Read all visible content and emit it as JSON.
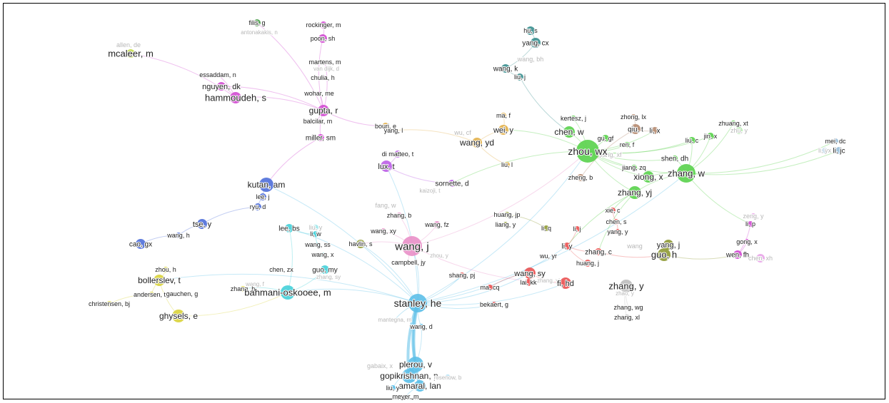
{
  "clusters": {
    "blue": "#4f6fd9",
    "purple": "#bb5ee6",
    "magenta": "#d14bd1",
    "green": "#59d14b",
    "darkgreen": "#4c9f4c",
    "olive": "#8f9a35",
    "orange": "#e2b04a",
    "teal": "#3a8f8f",
    "brown": "#b5896f",
    "red": "#ea5252",
    "lightblue": "#5cbfe8",
    "cyan": "#45d0d9",
    "yellow": "#d9d33a",
    "lime": "#c3dc4a",
    "gray": "#bdbdbd",
    "pink": "#e98fc8",
    "steel": "#9bbfd9"
  },
  "nodes": [
    {
      "id": "filis",
      "label": "filis, g",
      "c": "darkgreen"
    },
    {
      "id": "antonakakis",
      "label": "antonakakis, n",
      "c": "darkgreen",
      "faint": true
    },
    {
      "id": "rockinger",
      "label": "rockinger, m",
      "c": "magenta"
    },
    {
      "id": "poon",
      "label": "poon, sh",
      "c": "magenta"
    },
    {
      "id": "allen",
      "label": "allen, de",
      "c": "lime",
      "faint": true
    },
    {
      "id": "mcaleer",
      "label": "mcaleer, m",
      "c": "lime"
    },
    {
      "id": "martens",
      "label": "martens, m",
      "c": "magenta"
    },
    {
      "id": "vandijk",
      "label": "van dijk, d",
      "c": "magenta",
      "faint": true
    },
    {
      "id": "chulia",
      "label": "chulia, h",
      "c": "magenta"
    },
    {
      "id": "essaddam",
      "label": "essaddam, n",
      "c": "magenta"
    },
    {
      "id": "nguyen",
      "label": "nguyen, dk",
      "c": "magenta"
    },
    {
      "id": "hammoudeh",
      "label": "hammoudeh, s",
      "c": "magenta"
    },
    {
      "id": "wohar",
      "label": "wohar, me",
      "c": "magenta"
    },
    {
      "id": "gupta",
      "label": "gupta, r",
      "c": "magenta"
    },
    {
      "id": "balcilar",
      "label": "balcilar, m",
      "c": "magenta"
    },
    {
      "id": "miller",
      "label": "miller, sm",
      "c": "magenta"
    },
    {
      "id": "hus",
      "label": "hu, s",
      "c": "teal"
    },
    {
      "id": "yangcx",
      "label": "yang, cx",
      "c": "teal"
    },
    {
      "id": "wangbh",
      "label": "wang, bh",
      "c": "teal",
      "faint": true
    },
    {
      "id": "wangk",
      "label": "wang, k",
      "c": "teal"
    },
    {
      "id": "liuj",
      "label": "liu, j",
      "c": "teal"
    },
    {
      "id": "bouri",
      "label": "bouri, e",
      "c": "orange"
    },
    {
      "id": "yangl",
      "label": "yang, l",
      "c": "orange"
    },
    {
      "id": "maf",
      "label": "ma, f",
      "c": "orange"
    },
    {
      "id": "wucf",
      "label": "wu, cf",
      "c": "orange",
      "faint": true
    },
    {
      "id": "weiy",
      "label": "wei, y",
      "c": "orange"
    },
    {
      "id": "wangyd",
      "label": "wang, yd",
      "c": "orange"
    },
    {
      "id": "liul",
      "label": "liu, l",
      "c": "orange"
    },
    {
      "id": "kertesz",
      "label": "kertesz, j",
      "c": "green"
    },
    {
      "id": "chenw",
      "label": "chen, w",
      "c": "green"
    },
    {
      "id": "zhongl",
      "label": "zhong, lx",
      "c": "brown"
    },
    {
      "id": "qiut",
      "label": "qiu, t",
      "c": "brown"
    },
    {
      "id": "lix",
      "label": "li, x",
      "c": "brown"
    },
    {
      "id": "zhuangxt",
      "label": "zhuang, xt",
      "c": "green"
    },
    {
      "id": "zhuyy",
      "label": "zhu, y",
      "c": "green",
      "faint": true
    },
    {
      "id": "jinx",
      "label": "jin, x",
      "c": "green"
    },
    {
      "id": "liuc",
      "label": "liu, c",
      "c": "green"
    },
    {
      "id": "guqf",
      "label": "gu, gf",
      "c": "green"
    },
    {
      "id": "renf",
      "label": "ren, f",
      "c": "green"
    },
    {
      "id": "jiangxf",
      "label": "jiang, xf",
      "c": "green",
      "faint": true
    },
    {
      "id": "zhouwx",
      "label": "zhou, wx",
      "c": "green"
    },
    {
      "id": "meidc",
      "label": "mei, dc",
      "c": "steel"
    },
    {
      "id": "liyx",
      "label": "li, yx",
      "c": "steel",
      "faint": true
    },
    {
      "id": "lijc",
      "label": "li, jc",
      "c": "steel"
    },
    {
      "id": "shendh",
      "label": "shen, dh",
      "c": "green"
    },
    {
      "id": "jiangzq",
      "label": "jiang, zq",
      "c": "green"
    },
    {
      "id": "zhengb",
      "label": "zheng, b",
      "c": "brown"
    },
    {
      "id": "xiongx",
      "label": "xiong, x",
      "c": "green"
    },
    {
      "id": "zhangw",
      "label": "zhang, w",
      "c": "green"
    },
    {
      "id": "zhangyj",
      "label": "zhang, yj",
      "c": "green"
    },
    {
      "id": "dimatteo",
      "label": "di matteo, t",
      "c": "purple"
    },
    {
      "id": "luxt",
      "label": "lux, t",
      "c": "purple"
    },
    {
      "id": "sornette",
      "label": "sornette, d",
      "c": "purple"
    },
    {
      "id": "kaizoji",
      "label": "kaizoji, t",
      "c": "purple",
      "faint": true
    },
    {
      "id": "kutan",
      "label": "kutan, am",
      "c": "blue"
    },
    {
      "id": "leej",
      "label": "lee, j",
      "c": "blue"
    },
    {
      "id": "ryud",
      "label": "ryu, d",
      "c": "blue"
    },
    {
      "id": "tsey",
      "label": "tse, y",
      "c": "blue"
    },
    {
      "id": "wangh",
      "label": "wang, h",
      "c": "blue"
    },
    {
      "id": "caogx",
      "label": "cao, gx",
      "c": "blue"
    },
    {
      "id": "fangw",
      "label": "fang, w",
      "c": "pink",
      "faint": true
    },
    {
      "id": "zhangb",
      "label": "zhang, b",
      "c": "pink"
    },
    {
      "id": "huangjp",
      "label": "huang, jp",
      "c": "olive"
    },
    {
      "id": "liangy",
      "label": "liang, y",
      "c": "olive"
    },
    {
      "id": "wangfz",
      "label": "wang, fz",
      "c": "pink"
    },
    {
      "id": "wangxy",
      "label": "wang, xy",
      "c": "pink"
    },
    {
      "id": "leebs",
      "label": "lee, bs",
      "c": "cyan"
    },
    {
      "id": "liuy2",
      "label": "liu, y",
      "c": "cyan",
      "faint": true
    },
    {
      "id": "liw",
      "label": "li, w",
      "c": "cyan"
    },
    {
      "id": "wangss",
      "label": "wang, ss",
      "c": "cyan"
    },
    {
      "id": "havlin",
      "label": "havlin, s",
      "c": "olive"
    },
    {
      "id": "wangj",
      "label": "wang, j",
      "c": "pink"
    },
    {
      "id": "wangx",
      "label": "wang, x",
      "c": "cyan"
    },
    {
      "id": "zhouy",
      "label": "zhou, y",
      "c": "pink",
      "faint": true
    },
    {
      "id": "campbell",
      "label": "campbell, jy",
      "c": "pink"
    },
    {
      "id": "xiec",
      "label": "xie, c",
      "c": "red"
    },
    {
      "id": "chens",
      "label": "chen, s",
      "c": "red"
    },
    {
      "id": "liq",
      "label": "li, q",
      "c": "olive"
    },
    {
      "id": "lij",
      "label": "li, j",
      "c": "red"
    },
    {
      "id": "yangy",
      "label": "yang, y",
      "c": "red"
    },
    {
      "id": "zengy",
      "label": "zeng, y",
      "c": "magenta",
      "faint": true
    },
    {
      "id": "lip",
      "label": "li, p",
      "c": "magenta"
    },
    {
      "id": "gongx",
      "label": "gong, x",
      "c": "magenta"
    },
    {
      "id": "yangj",
      "label": "yang, j",
      "c": "olive"
    },
    {
      "id": "wangfaint",
      "label": "wang",
      "c": "olive",
      "faint": true
    },
    {
      "id": "guoh",
      "label": "guo, h",
      "c": "olive"
    },
    {
      "id": "wenfh",
      "label": "wen, fh",
      "c": "magenta"
    },
    {
      "id": "chenxh",
      "label": "chen, xh",
      "c": "magenta",
      "faint": true
    },
    {
      "id": "liy",
      "label": "li, y",
      "c": "red"
    },
    {
      "id": "zhangc",
      "label": "zhang, c",
      "c": "red"
    },
    {
      "id": "wuyr",
      "label": "wu, yr",
      "c": "red"
    },
    {
      "id": "huangj",
      "label": "huang, j",
      "c": "red"
    },
    {
      "id": "zhouh",
      "label": "zhou, h",
      "c": "yellow"
    },
    {
      "id": "bollerslev",
      "label": "bollerslev, t",
      "c": "yellow"
    },
    {
      "id": "chenzx",
      "label": "chen, zx",
      "c": "cyan"
    },
    {
      "id": "guomy",
      "label": "guo, my",
      "c": "cyan"
    },
    {
      "id": "zhangsy",
      "label": "zhang, sy",
      "c": "cyan",
      "faint": true
    },
    {
      "id": "shangpj",
      "label": "shang, pj",
      "c": "red"
    },
    {
      "id": "wangsy",
      "label": "wang, sy",
      "c": "red"
    },
    {
      "id": "zhangyfaint",
      "label": "zhang, yj",
      "c": "red",
      "faint": true
    },
    {
      "id": "fihd",
      "label": "fi, hd",
      "c": "red"
    },
    {
      "id": "laikk",
      "label": "lai, kk",
      "c": "red"
    },
    {
      "id": "macq",
      "label": "ma, cq",
      "c": "red"
    },
    {
      "id": "zhangy",
      "label": "zhang, y",
      "c": "gray"
    },
    {
      "id": "zhaoy",
      "label": "zhao, y",
      "c": "gray",
      "faint": true
    },
    {
      "id": "andersen",
      "label": "andersen, tg",
      "c": "yellow"
    },
    {
      "id": "gauchen",
      "label": "gauchen, g",
      "c": "yellow"
    },
    {
      "id": "wangf",
      "label": "wang, f",
      "c": "yellow",
      "faint": true
    },
    {
      "id": "zhangh",
      "label": "zhang, h",
      "c": "yellow"
    },
    {
      "id": "bahmani",
      "label": "bahmani-oskooee, m",
      "c": "cyan"
    },
    {
      "id": "christensen",
      "label": "christensen, bj",
      "c": "yellow"
    },
    {
      "id": "stanley",
      "label": "stanley, he",
      "c": "lightblue"
    },
    {
      "id": "bekaert",
      "label": "bekaert, g",
      "c": "red"
    },
    {
      "id": "zhangwg",
      "label": "zhang, wg",
      "c": "gray"
    },
    {
      "id": "zhangxl",
      "label": "zhang, xl",
      "c": "gray"
    },
    {
      "id": "ghysels",
      "label": "ghysels, e",
      "c": "yellow"
    },
    {
      "id": "mantegna",
      "label": "mantegna, rn",
      "c": "lightblue",
      "faint": true
    },
    {
      "id": "wangd",
      "label": "wang, d",
      "c": "lightblue"
    },
    {
      "id": "gabaix",
      "label": "gabaix, x",
      "c": "lightblue",
      "faint": true
    },
    {
      "id": "plerou",
      "label": "plerou, v",
      "c": "lightblue"
    },
    {
      "id": "gopikrishnan",
      "label": "gopikrishnan, p",
      "c": "lightblue"
    },
    {
      "id": "amaral",
      "label": "amaral, lan",
      "c": "lightblue"
    },
    {
      "id": "liuy3",
      "label": "liu, y",
      "c": "lightblue"
    },
    {
      "id": "meyer",
      "label": "meyer, m",
      "c": "lightblue"
    },
    {
      "id": "rosenowb",
      "label": "rosenow, b",
      "c": "lightblue",
      "faint": true
    }
  ]
}
